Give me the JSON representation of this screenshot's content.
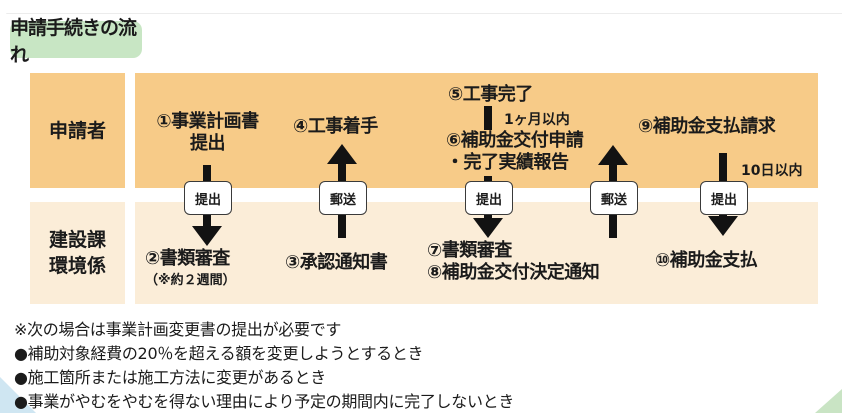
{
  "title": "申請手続きの流れ",
  "lanes": {
    "top": "申請者",
    "bottom_line1": "建設課",
    "bottom_line2": "環境係"
  },
  "steps": {
    "s1_line1": "①事業計画書",
    "s1_line2": "提出",
    "s2": "②書類審査",
    "s2_note": "（※約２週間）",
    "s3": "③承認通知書",
    "s4": "④工事着手",
    "s5": "⑤工事完了",
    "s6_line1": "⑥補助金交付申請",
    "s6_line2": "・完了実績報告",
    "s7": "⑦書類審査",
    "s8": "⑧補助金交付決定通知",
    "s9": "⑨補助金支払請求",
    "s10": "⑩補助金支払"
  },
  "arrow_labels": {
    "a1": "提出",
    "a2": "郵送",
    "a3": "提出",
    "a4": "郵送",
    "a5": "提出"
  },
  "annotations": {
    "within_month": "1ヶ月以内",
    "within_days": "10日以内"
  },
  "notes": [
    "※次の場合は事業計画変更書の提出が必要です",
    "●補助対象経費の20％を超える額を変更しようとするとき",
    "●施工箇所または施工方法に変更があるとき",
    "●事業がやむをやむを得ない理由により予定の期間内に完了しないとき"
  ],
  "colors": {
    "lane_top": "#F7CB88",
    "lane_bottom": "#FBEDD8",
    "badge_green": "#C8E6C4",
    "arrow_black": "#121212",
    "corner_blue": "#CFE6F2",
    "corner_green": "#C9E4C4"
  }
}
